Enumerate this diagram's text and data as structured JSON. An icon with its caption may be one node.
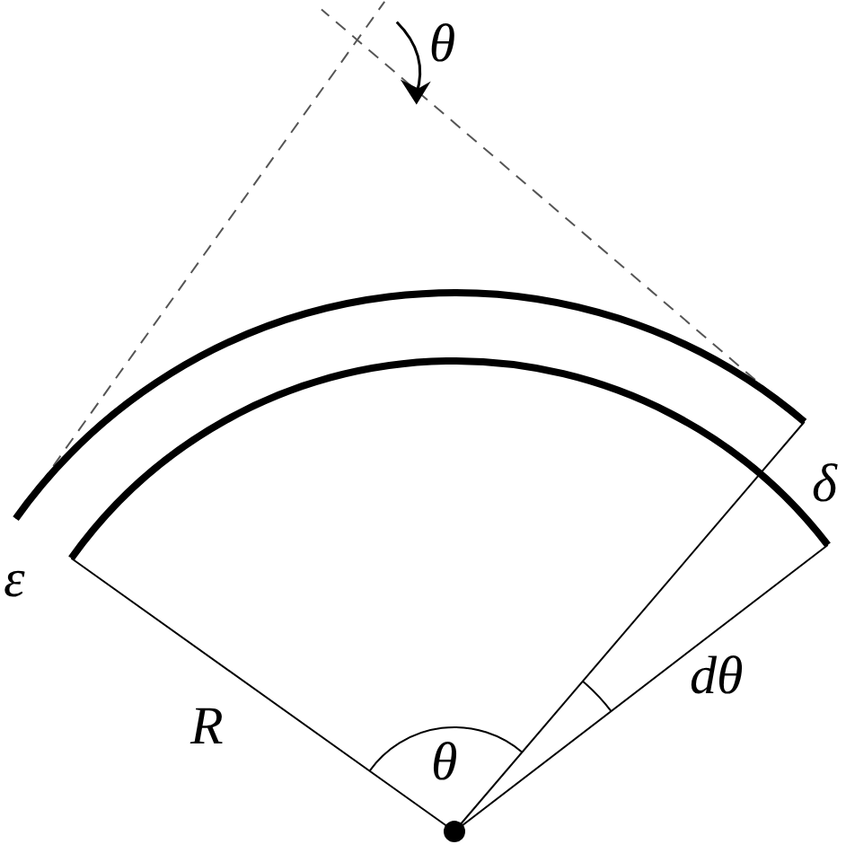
{
  "diagram": {
    "labels": [
      "θ",
      "ε",
      "δ",
      "R",
      "θ",
      "dθ"
    ]
  }
}
